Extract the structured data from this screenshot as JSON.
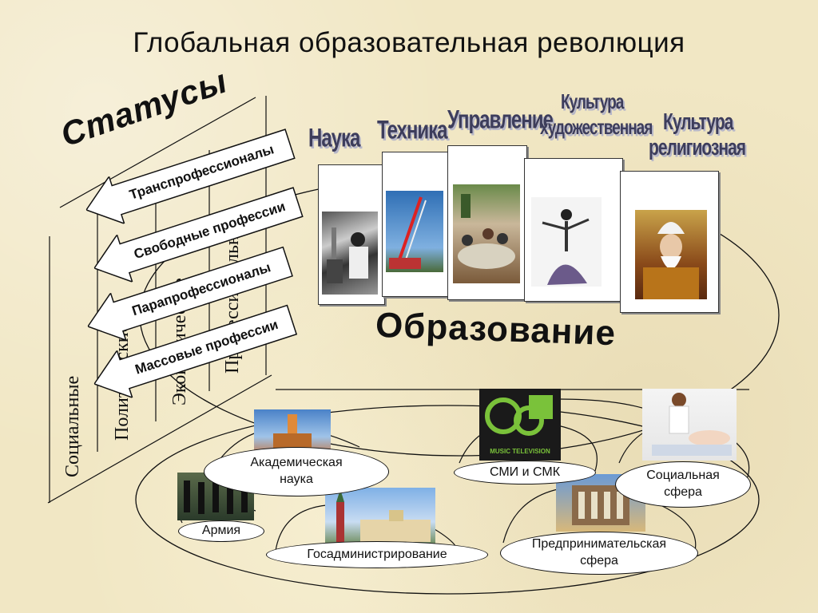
{
  "title": "Глобальная образовательная революция",
  "statuses_label": "Статусы",
  "columns": [
    "Социальные",
    "Политические",
    "Экономические",
    "Профессиональные"
  ],
  "arrows": [
    "Транспрофессионалы",
    "Свободные профессии",
    "Парапрофессионалы",
    "Массовые профессии"
  ],
  "spheres": [
    {
      "label": "Наука"
    },
    {
      "label": "Техника"
    },
    {
      "label": "Управление"
    },
    {
      "label_line1": "Культура",
      "label_line2": "художественная"
    },
    {
      "label_line1": "Культура",
      "label_line2": "религиозная"
    }
  ],
  "education_label": "Образование",
  "institutions": [
    {
      "line1": "Академическая",
      "line2": "наука"
    },
    {
      "line1": "Армия"
    },
    {
      "line1": "Госадминистрирование"
    },
    {
      "line1": "СМИ и СМК"
    },
    {
      "line1": "Социальная",
      "line2": "сфера"
    },
    {
      "line1": "Предпринимательская",
      "line2": "сфера"
    }
  ],
  "tv_logo_text": "MUSIC TELEVISION",
  "colors": {
    "background": "#f1e7c4",
    "sphere_text": "#3d3d5c",
    "line": "#111111"
  }
}
